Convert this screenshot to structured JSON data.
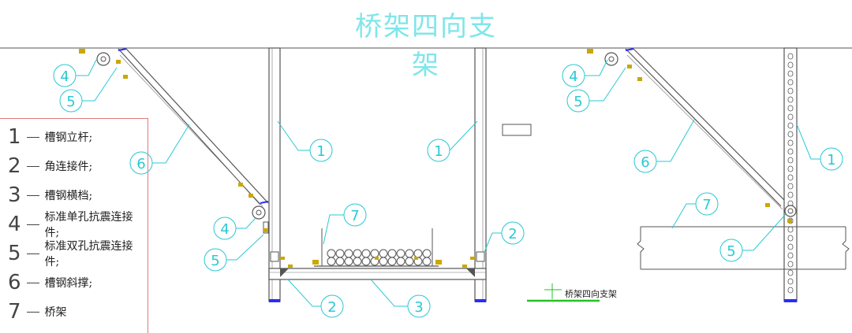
{
  "title": "桥架四向支架",
  "legend": [
    {
      "num": "1",
      "text": "槽钢立杆;"
    },
    {
      "num": "2",
      "text": "角连接件;"
    },
    {
      "num": "3",
      "text": "槽钢横档;"
    },
    {
      "num": "4",
      "text": "标准单孔抗震连接件;"
    },
    {
      "num": "5",
      "text": "标准双孔抗震连接件;"
    },
    {
      "num": "6",
      "text": "槽钢斜撑;"
    },
    {
      "num": "7",
      "text": "桥架"
    }
  ],
  "callouts": {
    "left_4a": "4",
    "left_5a": "5",
    "left_6": "6",
    "left_4b": "4",
    "left_5b": "5",
    "mid_1a": "1",
    "mid_1b": "1",
    "mid_7": "7",
    "mid_2a": "2",
    "mid_2b": "2",
    "mid_3": "3",
    "right_4": "4",
    "right_5a": "5",
    "right_6": "6",
    "right_1": "1",
    "right_7": "7",
    "right_5b": "5"
  },
  "small_label": "桥架四向支架",
  "colors": {
    "cyan": "#29c9d4",
    "title_cyan": "#7fe6ea",
    "line": "#555555",
    "yellow": "#c9a800",
    "green": "#22c322",
    "blue": "#2a2aff",
    "red_frame": "#e07a7a"
  }
}
